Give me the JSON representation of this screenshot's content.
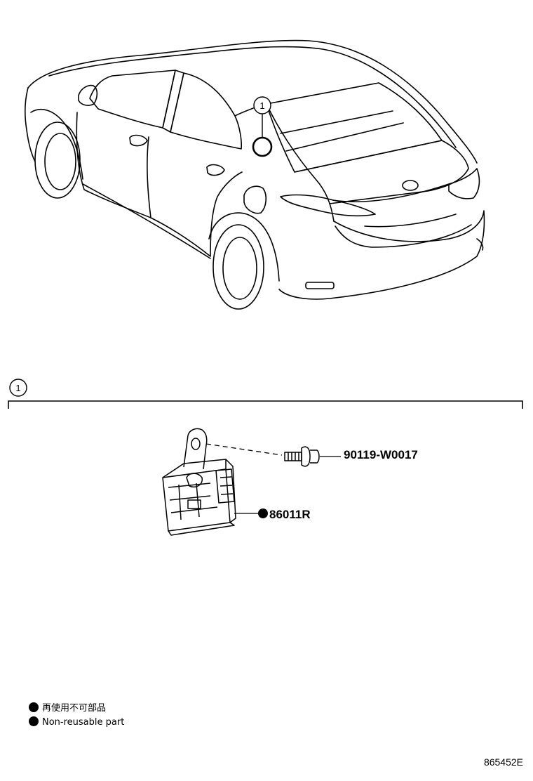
{
  "callouts": {
    "car_marker": "1",
    "section_marker": "1"
  },
  "parts": {
    "bolt": {
      "number": "90119-W0017"
    },
    "module": {
      "number": "86011R"
    }
  },
  "legend": {
    "line_jp": "再使用不可部品",
    "line_en": "Non-reusable part"
  },
  "drawing_number": "865452E"
}
